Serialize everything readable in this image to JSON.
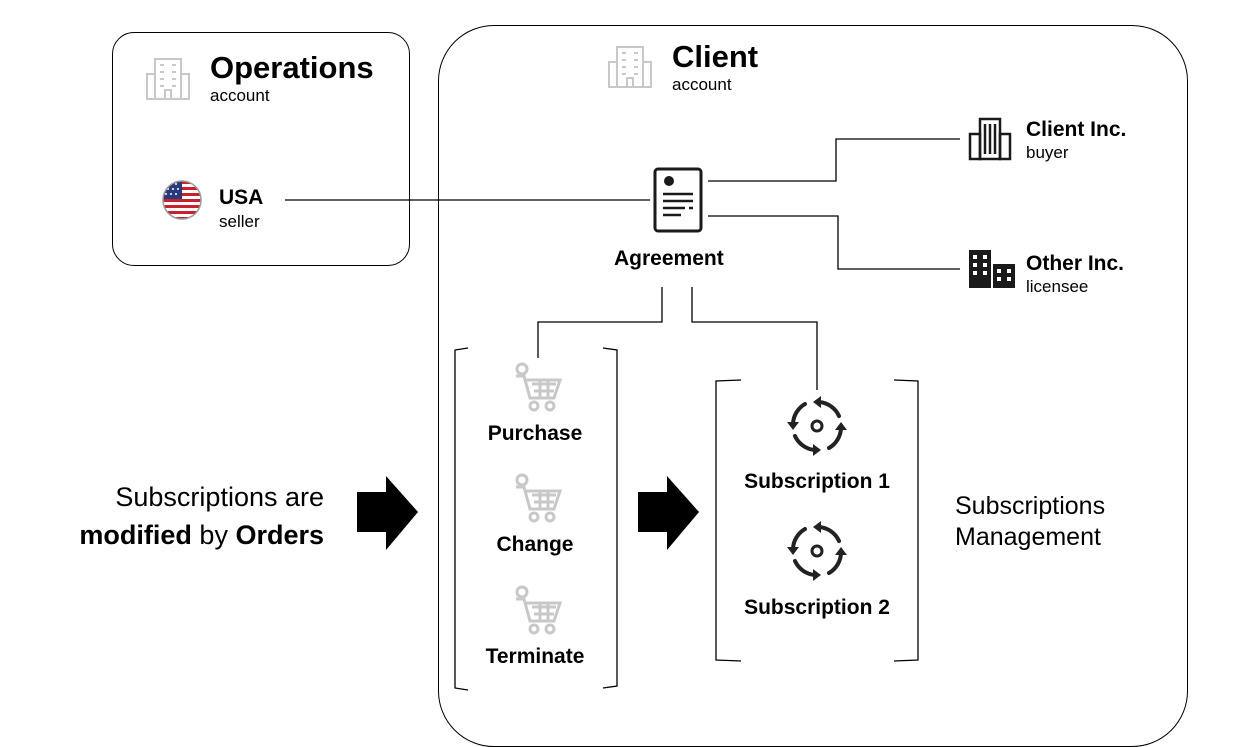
{
  "operations": {
    "title": "Operations",
    "subtitle": "account"
  },
  "client": {
    "title": "Client",
    "subtitle": "account"
  },
  "seller": {
    "name": "USA",
    "role": "seller"
  },
  "agreement": {
    "label": "Agreement"
  },
  "buyer": {
    "name": "Client Inc.",
    "role": "buyer"
  },
  "licensee": {
    "name": "Other Inc.",
    "role": "licensee"
  },
  "orders": [
    {
      "label": "Purchase"
    },
    {
      "label": "Change"
    },
    {
      "label": "Terminate"
    }
  ],
  "subscriptions": [
    {
      "label": "Subscription 1"
    },
    {
      "label": "Subscription 2"
    }
  ],
  "caption": {
    "line1": "Subscriptions are",
    "bold1": "modified",
    "mid": " by ",
    "bold2": "Orders"
  },
  "management": {
    "line1": "Subscriptions",
    "line2": "Management"
  },
  "icons": {
    "operations": "office-building-icon",
    "client": "office-building-icon",
    "seller": "usa-flag-icon",
    "agreement": "document-icon",
    "buyer": "office-tower-icon",
    "licensee": "office-buildings-icon",
    "order": "shopping-cart-icon",
    "subscription": "renewal-cycle-icon",
    "arrow": "right-arrow-icon"
  },
  "colors": {
    "line": "#000000",
    "icon_gray": "#c8c8c8",
    "icon_dark": "#222222"
  }
}
